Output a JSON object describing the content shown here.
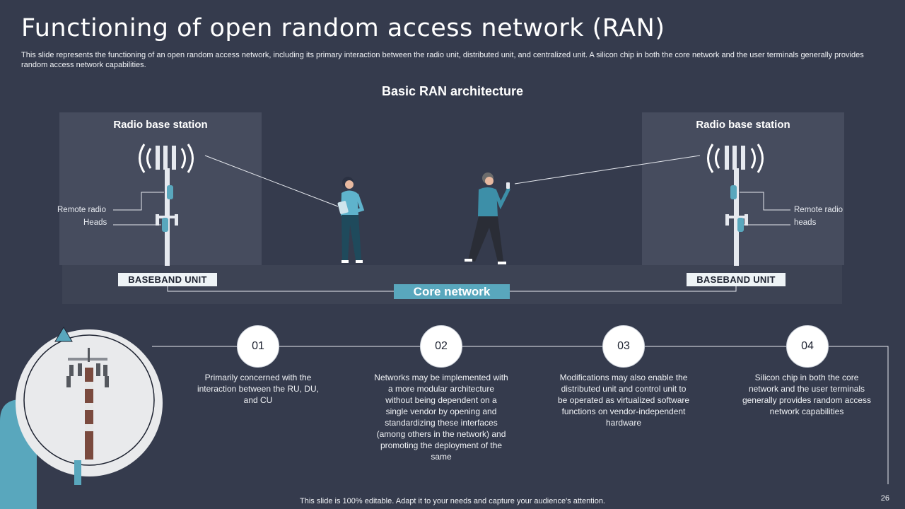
{
  "title": "Functioning of open random access network (RAN)",
  "subtitle": "This slide represents the functioning of an open random access network, including its primary interaction between the radio unit, distributed unit, and centralized unit. A silicon chip in both the core network and the user terminals generally provides random access network capabilities.",
  "diagram": {
    "heading": "Basic RAN architecture",
    "left_station": {
      "label": "Radio base station",
      "remote_label_1": "Remote radio",
      "remote_label_2": "Heads",
      "baseband": "BASEBAND UNIT"
    },
    "right_station": {
      "label": "Radio base station",
      "remote_label_1": "Remote radio",
      "remote_label_2": "heads",
      "baseband": "BASEBAND UNIT"
    },
    "core": "Core network",
    "icons": [
      "radio-tower-icon",
      "woman-with-tablet-icon",
      "man-with-phone-icon"
    ]
  },
  "steps": [
    {
      "num": "01",
      "text": "Primarily concerned with the interaction between the RU, DU, and CU"
    },
    {
      "num": "02",
      "text": "Networks may be implemented with a more modular architecture without being dependent on a single vendor by opening and standardizing these interfaces (among others in the network) and promoting the deployment of the same"
    },
    {
      "num": "03",
      "text": "Modifications may also enable the distributed unit and control unit to be operated as virtualized software functions on vendor-independent hardware"
    },
    {
      "num": "04",
      "text": "Silicon chip in both the core network and the user terminals generally provides random access network capabilities"
    }
  ],
  "footer": "This slide is 100% editable. Adapt it to your needs and capture your audience's attention.",
  "page_number": "26",
  "colors": {
    "background": "#353b4d",
    "accent": "#59a7bd",
    "panel": "#464c5e"
  }
}
